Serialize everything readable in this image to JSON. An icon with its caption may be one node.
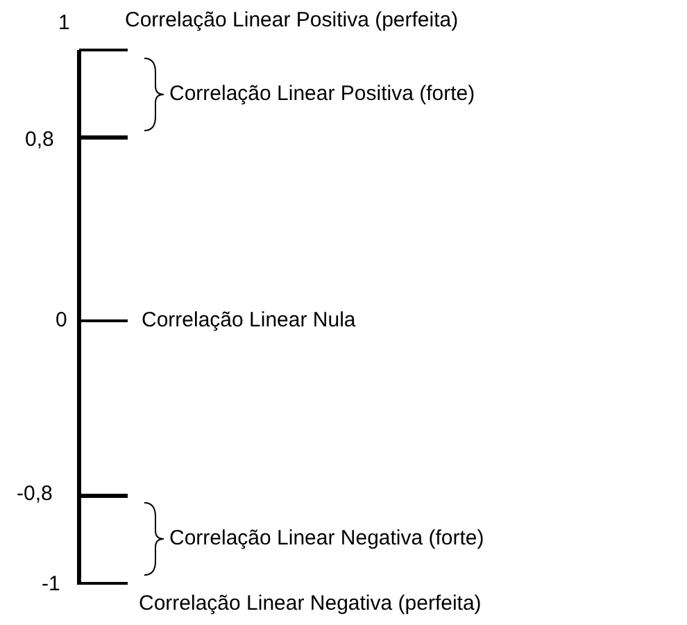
{
  "diagram": {
    "labels": [
      "1",
      "Correlação Linear Positiva (perfeita)",
      "Correlação Linear Positiva (forte)",
      "0,8",
      "0",
      "Correlação Linear Nula",
      "-0,8",
      "Correlação Linear Negativa (forte)",
      "-1",
      "Correlação Linear Negativa (perfeita)"
    ]
  }
}
